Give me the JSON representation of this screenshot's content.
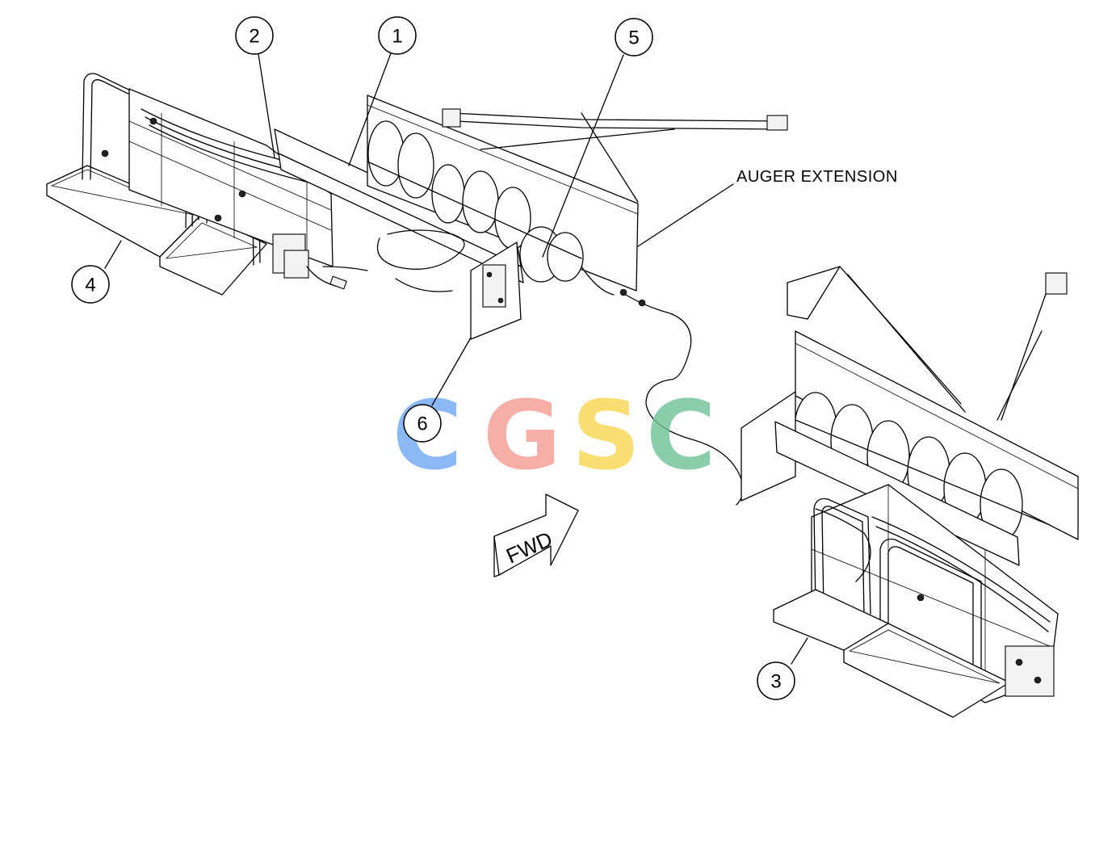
{
  "callouts": [
    {
      "id": "1",
      "label": "1"
    },
    {
      "id": "2",
      "label": "2"
    },
    {
      "id": "3",
      "label": "3"
    },
    {
      "id": "4",
      "label": "4"
    },
    {
      "id": "5",
      "label": "5"
    },
    {
      "id": "6",
      "label": "6"
    }
  ],
  "labels": {
    "auger_extension": "AUGER EXTENSION",
    "fwd_arrow": "FWD"
  },
  "watermark": {
    "text": "CGSC",
    "letters": [
      "C",
      "G",
      "S",
      "C"
    ],
    "colors": [
      "#6fa8f5",
      "#f59a91",
      "#f8d64e",
      "#6cc197"
    ]
  }
}
